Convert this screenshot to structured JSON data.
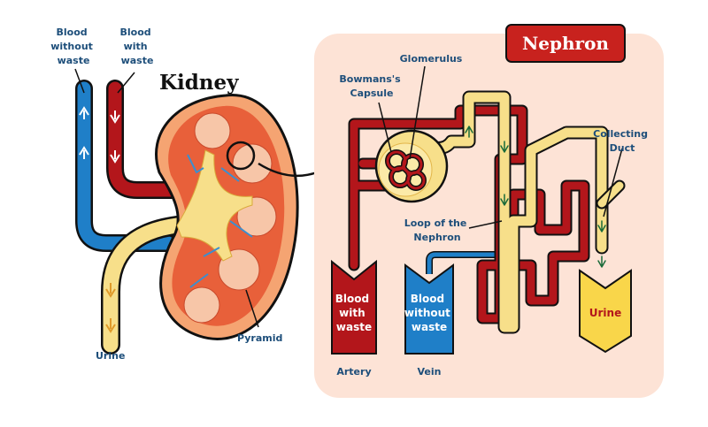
{
  "kidney": {
    "title": "Kidney",
    "blood_without_waste": [
      "Blood",
      "without",
      "waste"
    ],
    "blood_with_waste": [
      "Blood",
      "with",
      "waste"
    ],
    "urine": "Urine",
    "pyramid": "Pyramid"
  },
  "nephron": {
    "title": "Nephron",
    "glomerulus": "Glomerulus",
    "bowmans_capsule": [
      "Bowmans's",
      "Capsule"
    ],
    "collecting_duct": [
      "Collecting",
      "Duct"
    ],
    "loop_of_nephron": [
      "Loop of the",
      "Nephron"
    ],
    "artery_box": [
      "Blood",
      "with",
      "waste"
    ],
    "vein_box": [
      "Blood",
      "without",
      "waste"
    ],
    "urine_box": "Urine",
    "artery": "Artery",
    "vein": "Vein"
  },
  "colors": {
    "blood_red": "#b3161b",
    "vessel_blue": "#1f7fc8",
    "urine_yellow": "#f7df8a",
    "panel_bg": "#fde3d6",
    "kidney_orange": "#f08a4b"
  }
}
